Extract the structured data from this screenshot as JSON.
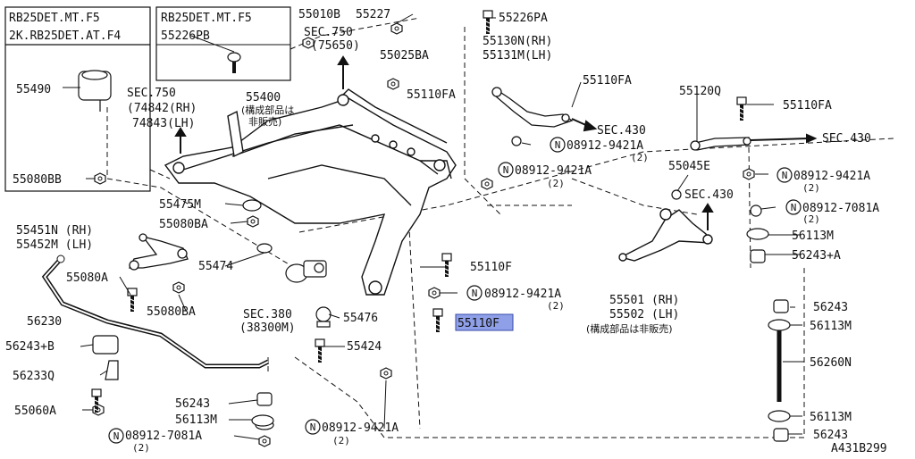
{
  "diagram_id": "A431B299",
  "inset_boxes": {
    "left": {
      "line1": "RB25DET.MT.F5",
      "line2": "2K.RB25DET.AT.F4"
    },
    "middle": {
      "line1": "RB25DET.MT.F5",
      "line2": "55226PB"
    }
  },
  "parts": {
    "p55490": "55490",
    "p55080BB": "55080BB",
    "sec750a": "SEC.750",
    "sec750a_1": "(74842(RH)",
    "sec750a_2": "74843(LH)",
    "p55400": "55400",
    "p55400_note1": "(構成部品は",
    "p55400_note2": "非販売)",
    "p55010B": "55010B",
    "p55227": "55227",
    "sec750b": "SEC.750",
    "sec750b_1": "(75650)",
    "p55025BA": "55025BA",
    "p55110FA_a": "55110FA",
    "p55226PA": "55226PA",
    "p55130N": "55130N(RH)",
    "p55131M": "55131M(LH)",
    "p55110FA_b": "55110FA",
    "sec430a": "SEC.430",
    "n08912_9421A_a": "08912-9421A",
    "qty2_a": "(2)",
    "n08912_9421A_b": "08912-9421A",
    "qty2_b": "(2)",
    "p55120Q": "55120Q",
    "p55110FA_c": "55110FA",
    "sec430b": "SEC.430",
    "p55045E": "55045E",
    "n08912_9421A_c": "08912-9421A",
    "qty2_c": "(2)",
    "sec430c": "SEC.430",
    "n08912_7081A_a": "08912-7081A",
    "qty2_d": "(2)",
    "p56113M_a": "56113M",
    "p56243A": "56243+A",
    "p55475M": "55475M",
    "p55080BA_a": "55080BA",
    "p55451N": "55451N (RH)",
    "p55452M": "55452M (LH)",
    "p55474": "55474",
    "p55110F_a": "55110F",
    "p55080A": "55080A",
    "n08912_9421A_d": "08912-9421A",
    "qty2_e": "(2)",
    "p55080BA_b": "55080BA",
    "p56230": "56230",
    "sec380": "SEC.380",
    "sec380_1": "(38300M)",
    "p55476": "55476",
    "p55110F_hl": "55110F",
    "p55501": "55501 (RH)",
    "p55502": "55502 (LH)",
    "p5550x_note": "(構成部品は非販売)",
    "p56243_a": "56243",
    "p56113M_b": "56113M",
    "p56243B": "56243+B",
    "p55424": "55424",
    "p56233Q": "56233Q",
    "p56260N": "56260N",
    "p55060A": "55060A",
    "p56243_b": "56243",
    "p56113M_c": "56113M",
    "n08912_7081A_b": "08912-7081A",
    "qty2_f": "(2)",
    "n08912_9421A_e": "08912-9421A",
    "qty2_g": "(2)",
    "p56113M_d": "56113M",
    "p56243_c": "56243",
    "n_symbol": "N"
  },
  "highlight_color": "#8fa0e8"
}
